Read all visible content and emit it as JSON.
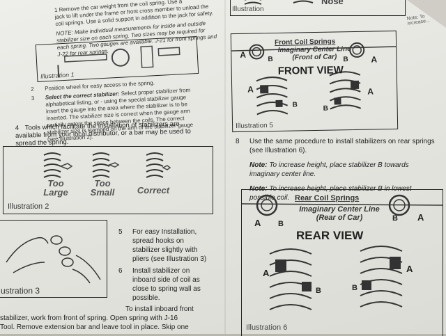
{
  "top_left": {
    "line1": "1  Remove the car weight from the coil spring. Use a",
    "line2": "jack to lift under the frame or front cross member to unload the",
    "line3": "coil springs. Use a solid support in addition to the jack for safety.",
    "note1": "NOTE: Make individual measurements for inside and outside",
    "note2": "stabilizer size on each spring. Two sizes may be required for",
    "note3": "each spring. Two gauges are available. J-21 for front springs and",
    "note4": "J-22 for rear springs.",
    "illustration1": "Illustration 1"
  },
  "steps_left": {
    "s2": "Position wheel for easy access to the spring.",
    "s3_title": "Select the correct stabilizer:",
    "s3_a": "Select proper stabilizer from",
    "s3_b": "alphabetical listing, or - using the special stabilizer gauge",
    "s3_c": "insert the gauge into the area where the stabilizer is to be",
    "s3_d": "inserted. The stabilizer size is correct when the gauge arm",
    "s3_e": "partially enters the space between the coils. The correct",
    "s3_f": "stabilizer size is stamped on the arm of the stabilizer gauge",
    "s3_g": "(see Illustration 2).",
    "s4_a": "Tools which facilitate the installation of stabilizers are",
    "s4_b": "available from your local distributor, or a bar may be used to",
    "s4_c": "spread the spring."
  },
  "illustration2": {
    "too_large_1": "Too",
    "too_large_2": "Large",
    "too_small_1": "Too",
    "too_small_2": "Small",
    "correct": "Correct",
    "caption": "Illustration 2"
  },
  "illustration3": {
    "caption": "ustration 3"
  },
  "step5": {
    "num": "5",
    "l1": "For easy Installation,",
    "l2": "spread hooks on",
    "l3": "stabilizer slightly with",
    "l4": "pliers (see Illustration 3)"
  },
  "step6": {
    "num": "6",
    "l1": "Install stabilizer on",
    "l2": "inboard side of coil as",
    "l3": "close to spring wall as",
    "l4": "possible."
  },
  "inboard": {
    "l1": "To install inboard front",
    "l2": "stabilizer, work from front of spring. Open spring with J-16",
    "l3": "Tool. Remove extension bar and leave tool in place. Skip one"
  },
  "top_right": {
    "fragment": "Illustration",
    "nose": "Nose",
    "note": "Note: To increase..."
  },
  "front": {
    "title": "Front Coil Springs",
    "center1": "Imaginary Center Line",
    "center2": "(Front of Car)",
    "view": "FRONT VIEW",
    "a_left": "A",
    "b_left": "B",
    "a_right": "A",
    "b_right": "B",
    "coil_a1": "A",
    "coil_b1": "B",
    "coil_a2": "A",
    "coil_b2": "B",
    "caption": "Illustration 5"
  },
  "step8": {
    "num": "8",
    "l1": "Use the same procedure to install stabilizers on rear springs",
    "l2": "(see Illustration 6).",
    "note1_label": "Note:",
    "note1_a": "To increase height, place stabilizer B towards",
    "note1_b": "imaginary center line.",
    "note2_label": "Note:",
    "note2_a": "To increase height, place stabilizer B in lowest",
    "note2_b": "possible coil."
  },
  "rear": {
    "title": "Rear Coil Springs",
    "center1": "Imaginary Center Line",
    "center2": "(Rear of Car)",
    "view": "REAR VIEW",
    "a_left": "A",
    "b_left": "B",
    "a_right": "A",
    "b_right": "B",
    "coil_a1": "A",
    "coil_b1": "B",
    "coil_a2": "A",
    "coil_b2": "B",
    "caption": "Illustration 6"
  }
}
